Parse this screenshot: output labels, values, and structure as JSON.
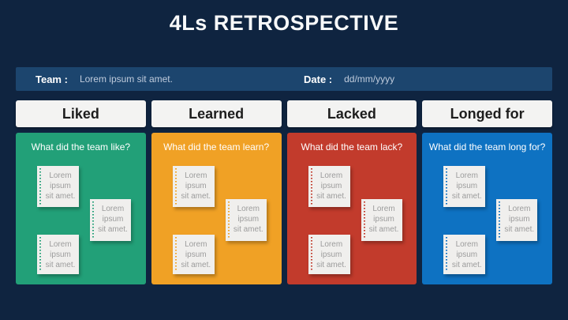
{
  "slide": {
    "title": "4Ls RETROSPECTIVE",
    "meta": {
      "team_label": "Team :",
      "team_value": "Lorem ipsum sit amet.",
      "date_label": "Date :",
      "date_value": "dd/mm/yyyy"
    },
    "columns": [
      {
        "id": "liked",
        "header": "Liked",
        "question": "What did the team like?",
        "color": "#22a078",
        "notes": [
          "Lorem ipsum sit amet.",
          "Lorem ipsum sit amet.",
          "Lorem ipsum sit amet."
        ]
      },
      {
        "id": "learned",
        "header": "Learned",
        "question": "What did the team learn?",
        "color": "#f0a125",
        "notes": [
          "Lorem ipsum sit amet.",
          "Lorem ipsum sit amet.",
          "Lorem ipsum sit amet."
        ]
      },
      {
        "id": "lacked",
        "header": "Lacked",
        "question": "What did the team lack?",
        "color": "#c23b2c",
        "notes": [
          "Lorem ipsum sit amet.",
          "Lorem ipsum sit amet.",
          "Lorem ipsum sit amet."
        ]
      },
      {
        "id": "longed-for",
        "header": "Longed for",
        "question": "What did the team long for?",
        "color": "#0e72c2",
        "notes": [
          "Lorem ipsum sit amet.",
          "Lorem ipsum sit amet.",
          "Lorem ipsum sit amet."
        ]
      }
    ],
    "colors": {
      "background": "#0f2440",
      "meta_bar": "#1c456e",
      "header_bg": "#f3f3f2",
      "note_bg": "#f0efed",
      "title_text": "#f8f9fa",
      "note_text": "#9c9c9c"
    }
  }
}
